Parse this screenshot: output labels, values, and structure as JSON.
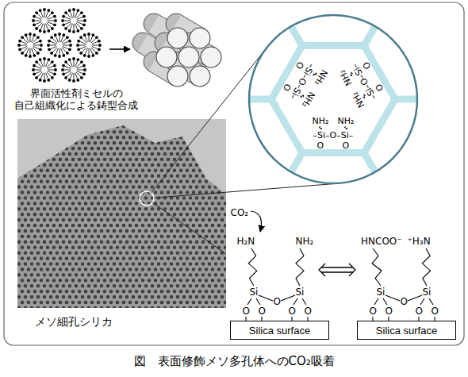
{
  "diagram": {
    "caption": "図　表面修飾メソ多孔体へのCO₂吸着",
    "nodes": [
      {
        "text": [
          "Silica surface"
        ]
      },
      {
        "text": [
          "Silica surface"
        ]
      }
    ],
    "labels": [
      "界面活性剤ミセルの 自己組織化による鋳型合成",
      "メソ細孔シリカ",
      "NH₂",
      "NH₂",
      "–Si–O–Si–",
      "O",
      "O",
      "NH₂",
      "NH₂",
      "–Si–O–Si–",
      "O",
      "O",
      "NH₂",
      "NH₂",
      "–Si–O–Si–",
      "O",
      "O",
      "CO₂",
      "H₂N",
      "NH₂",
      "Si",
      "O",
      "Si",
      "O",
      "O",
      "O",
      "O",
      "HNCOO⁻",
      "⁺H₃N",
      "Si",
      "O",
      "Si",
      "O",
      "O",
      "O",
      "O"
    ]
  }
}
